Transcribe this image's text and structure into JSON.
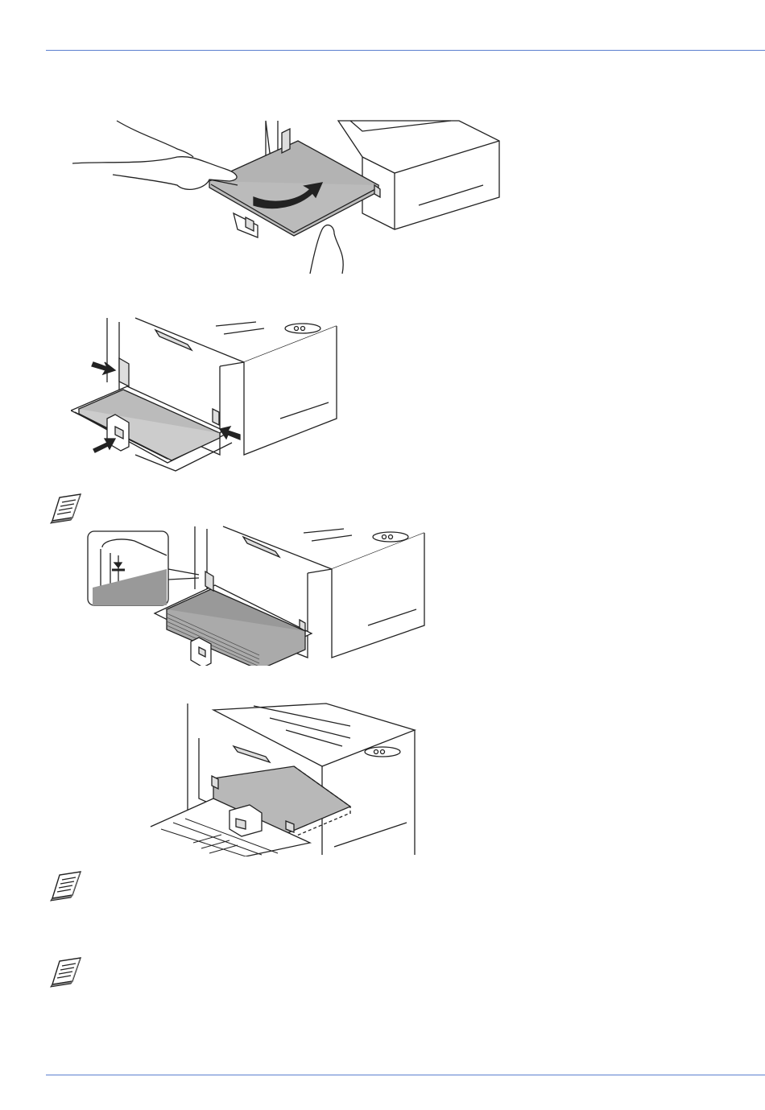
{
  "page": {
    "accent_color": "#5b7fcf",
    "figures": [
      {
        "id": "load-paper-stack",
        "description_icon": "hand-pushing-paper-into-cassette-icon"
      },
      {
        "id": "adjust-paper-guides",
        "description_icon": "arrows-pointing-at-guides-icon"
      },
      {
        "id": "paper-level-limit",
        "description_icon": "paper-limit-indicator-inset-icon"
      },
      {
        "id": "extended-cassette",
        "description_icon": "cassette-with-long-paper-icon"
      }
    ],
    "notes": [
      {
        "icon": "note-icon"
      },
      {
        "icon": "note-icon"
      },
      {
        "icon": "note-icon"
      }
    ]
  }
}
